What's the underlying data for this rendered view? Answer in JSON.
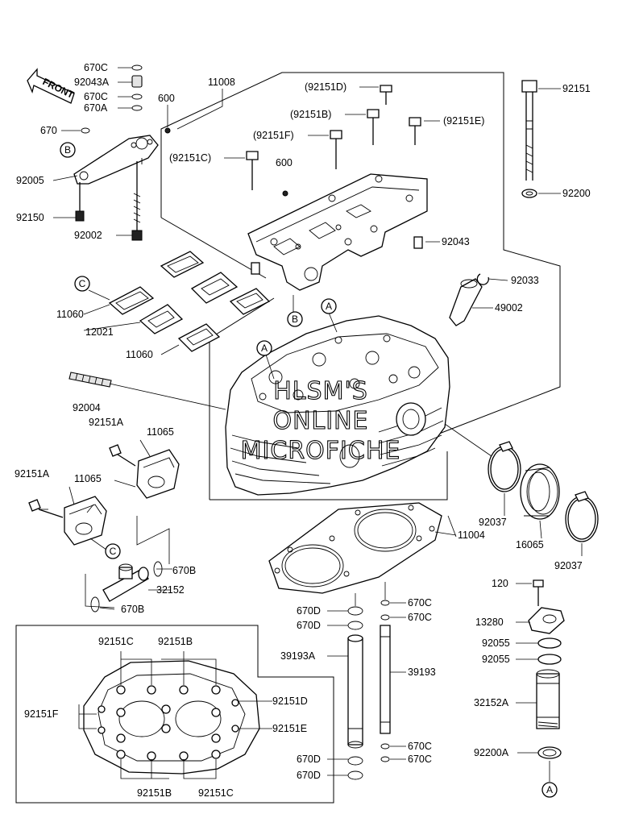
{
  "watermark": [
    "HLSM'S",
    "ONLINE",
    "MICROFICHE"
  ],
  "front_label": "FRONT",
  "refs": {
    "a": "A",
    "b": "B",
    "c": "C"
  },
  "labels": {
    "l670C_1": "670C",
    "l92043A": "92043A",
    "l670C_2": "670C",
    "l670A": "670A",
    "l600_1": "600",
    "l670": "670",
    "l11008": "11008",
    "l92151D_p": "(92151D)",
    "l92151": "92151",
    "l92151B_p": "(92151B)",
    "l92151E_p": "(92151E)",
    "l92151F_p": "(92151F)",
    "l92151C_p": "(92151C)",
    "l600_2": "600",
    "l92005": "92005",
    "l92200": "92200",
    "l92150": "92150",
    "l92002": "92002",
    "l92043": "92043",
    "l92033": "92033",
    "l49002": "49002",
    "l11060_1": "11060",
    "l12021": "12021",
    "l11060_2": "11060",
    "l92004": "92004",
    "l92151A_1": "92151A",
    "l11065_1": "11065",
    "l92151A_2": "92151A",
    "l11065_2": "11065",
    "l11004": "11004",
    "l92037_1": "92037",
    "l16065": "16065",
    "l92037_2": "92037",
    "l670B_1": "670B",
    "l32152": "32152",
    "l670B_2": "670B",
    "l120": "120",
    "l670D_1": "670D",
    "l670C_3": "670C",
    "l670D_2": "670D",
    "l670C_4": "670C",
    "l13280": "13280",
    "l92055_1": "92055",
    "l92055_2": "92055",
    "l39193A": "39193A",
    "l39193": "39193",
    "l32152A": "32152A",
    "l670C_5": "670C",
    "l670D_3": "670D",
    "l670C_6": "670C",
    "l670D_4": "670D",
    "l92200A": "92200A",
    "in_92151C_top": "92151C",
    "in_92151B_top": "92151B",
    "in_92151D": "92151D",
    "in_92151F": "92151F",
    "in_92151E": "92151E",
    "in_92151B_bot": "92151B",
    "in_92151C_bot": "92151C"
  }
}
